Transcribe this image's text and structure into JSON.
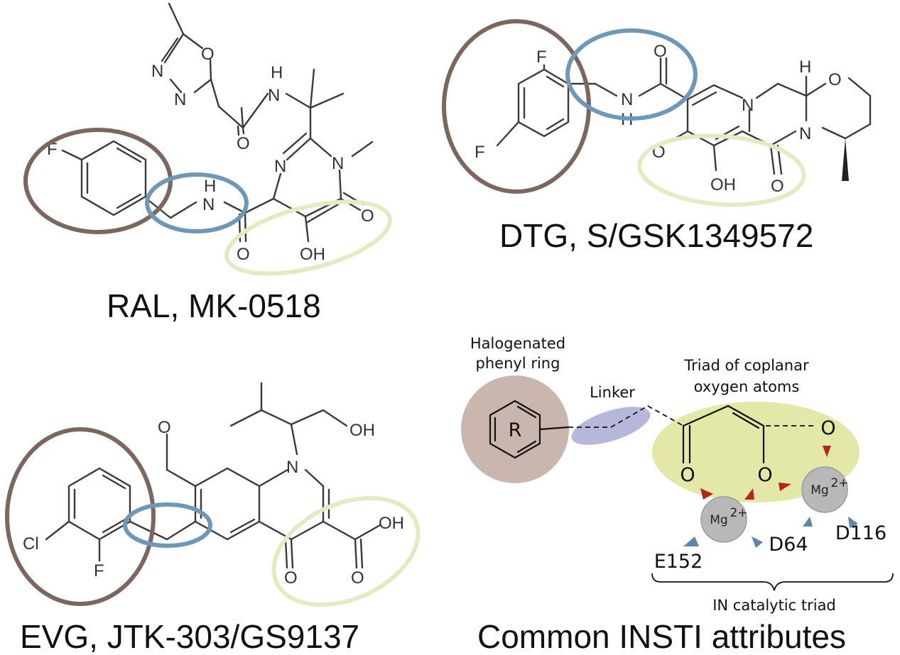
{
  "captions": {
    "ral": "RAL, MK-0518",
    "dtg": "DTG, S/GSK1349572",
    "evg": "EVG, JTK-303/GS9137",
    "common": "Common INSTI attributes"
  },
  "atoms": {
    "F": "F",
    "O": "O",
    "N": "N",
    "H": "H",
    "NH_H": "H",
    "OH": "OH",
    "Cl": "Cl"
  },
  "schematic": {
    "halogenated_l1": "Halogenated",
    "halogenated_l2": "phenyl ring",
    "linker": "Linker",
    "triad_l1": "Triad of coplanar",
    "triad_l2": "oxygen atoms",
    "ring_label": "R",
    "oxygen": "O",
    "mg_base": "Mg",
    "mg_charge": "2+",
    "residue_e152": "E152",
    "residue_d64": "D64",
    "residue_d116": "D116",
    "catalytic": "IN catalytic triad"
  },
  "colors": {
    "phenyl_circle": "#7b6660",
    "linker_circle": "#6f97b7",
    "chelating_oval": "#e4ebc3",
    "triad_fill": "#e3e7a8",
    "ring_fill": "#c9b7af",
    "linker_fill": "#b5b8d8",
    "mg_fill": "#b8b8b8",
    "arrow_red": "#b3261e",
    "arrow_blue": "#5d86a8"
  }
}
